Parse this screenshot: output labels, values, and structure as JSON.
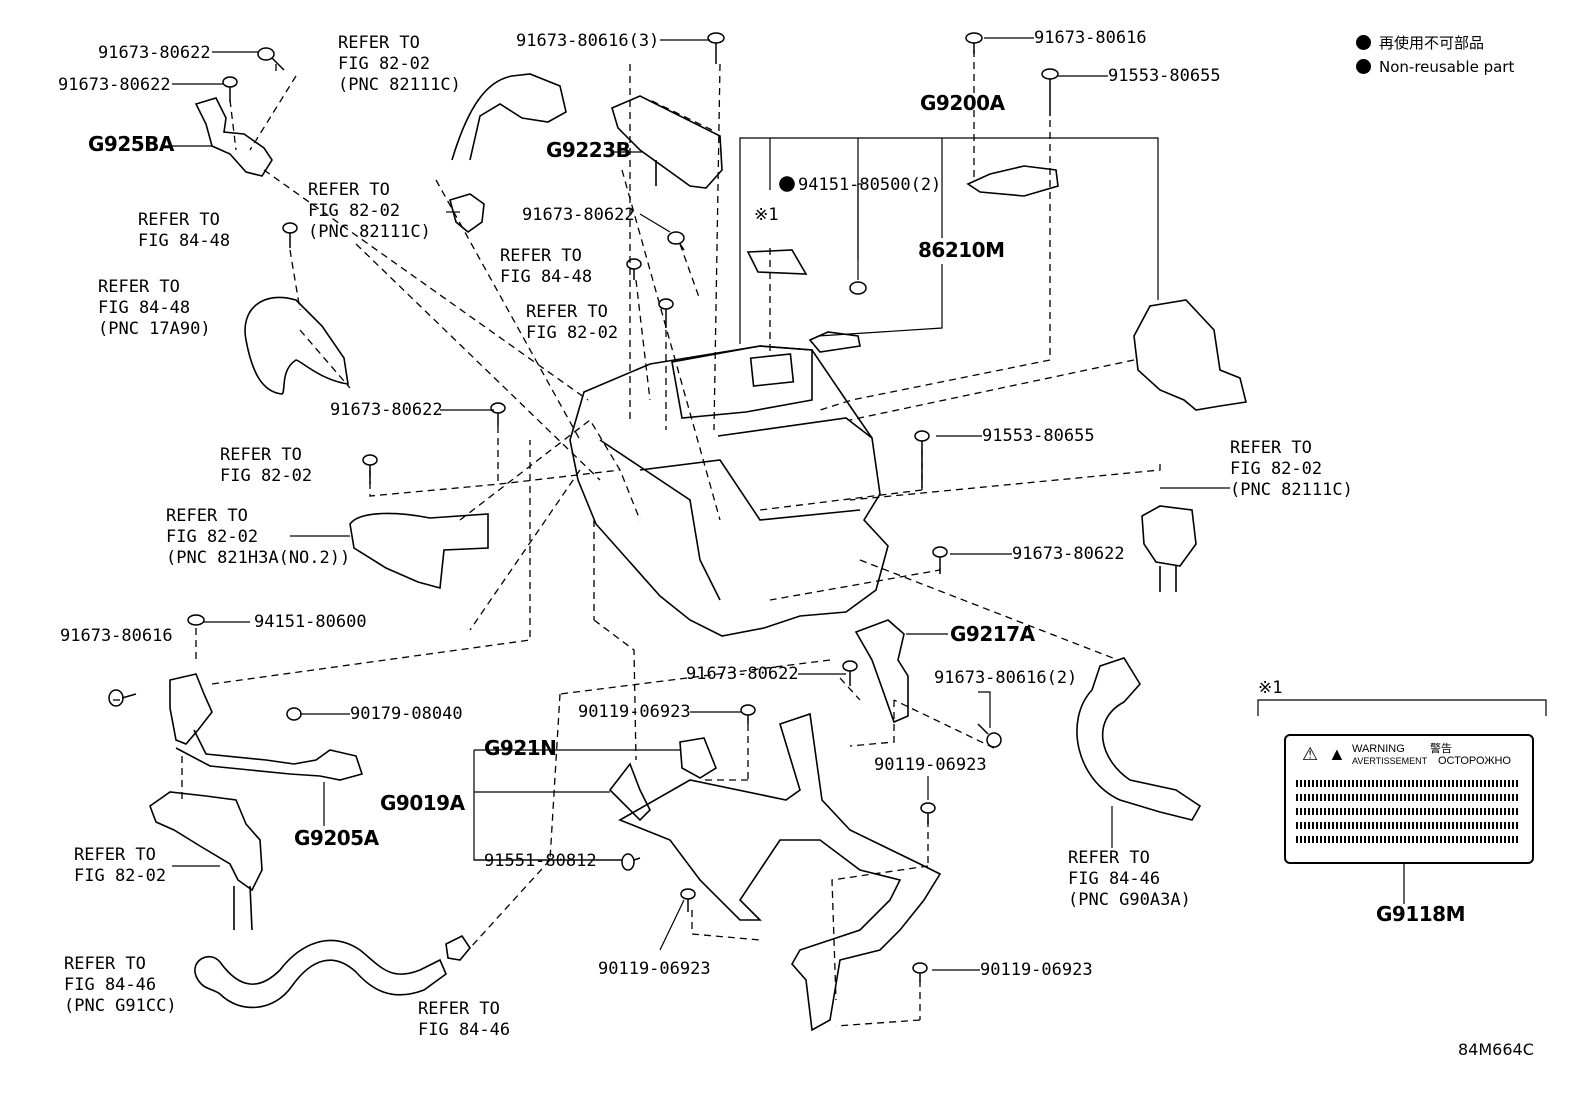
{
  "legend": {
    "items": [
      {
        "text": "再使用不可部品"
      },
      {
        "text": "Non-reusable part"
      }
    ]
  },
  "catalog_id": "84M664C",
  "note_mark": "※1",
  "warning_label": {
    "line1": "WARNING",
    "line2": "AVERTISSEMENT",
    "jp": "警告",
    "ru": "ОСТОРОЖНО"
  },
  "parts": {
    "p01": "91673-80622",
    "p02": "91673-80622",
    "p03": "G925BA",
    "p04": "91673-80616(3)",
    "p05": "G9223B",
    "p06": "91673-80616",
    "p07": "91553-80655",
    "p08": "G9200A",
    "p09": "94151-80500(2)",
    "p10": "86210M",
    "p11": "91673-80622",
    "p12": "91673-80622",
    "p13": "91553-80655",
    "p14": "91673-80622",
    "p15": "G9217A",
    "p16": "91673-80616",
    "p17": "94151-80600",
    "p18": "90179-08040",
    "p19": "91673-80622",
    "p20": "91673-80616(2)",
    "p21": "90119-06923",
    "p22": "G921N",
    "p23": "G9019A",
    "p24": "91551-80812",
    "p25": "90119-06923",
    "p26": "G9205A",
    "p27": "90119-06923",
    "p28": "90119-06923",
    "p29": "G9118M"
  },
  "refs": {
    "r01": "REFER TO\nFIG 82-02\n(PNC 82111C)",
    "r02": "REFER TO\nFIG 82-02\n(PNC 82111C)",
    "r03": "REFER TO\nFIG 84-48",
    "r04": "REFER TO\nFIG 84-48\n(PNC 17A90)",
    "r05": "REFER TO\nFIG 84-48",
    "r06": "REFER TO\nFIG 82-02",
    "r07": "REFER TO\nFIG 82-02",
    "r08": "REFER TO\nFIG 82-02\n(PNC 821H3A(NO.2))",
    "r09": "REFER TO\nFIG 82-02\n(PNC 82111C)",
    "r10": "REFER TO\nFIG 82-02",
    "r11": "REFER TO\nFIG 84-46\n(PNC G90A3A)",
    "r12": "REFER TO\nFIG 84-46\n(PNC G91CC)",
    "r13": "REFER TO\nFIG 84-46"
  }
}
